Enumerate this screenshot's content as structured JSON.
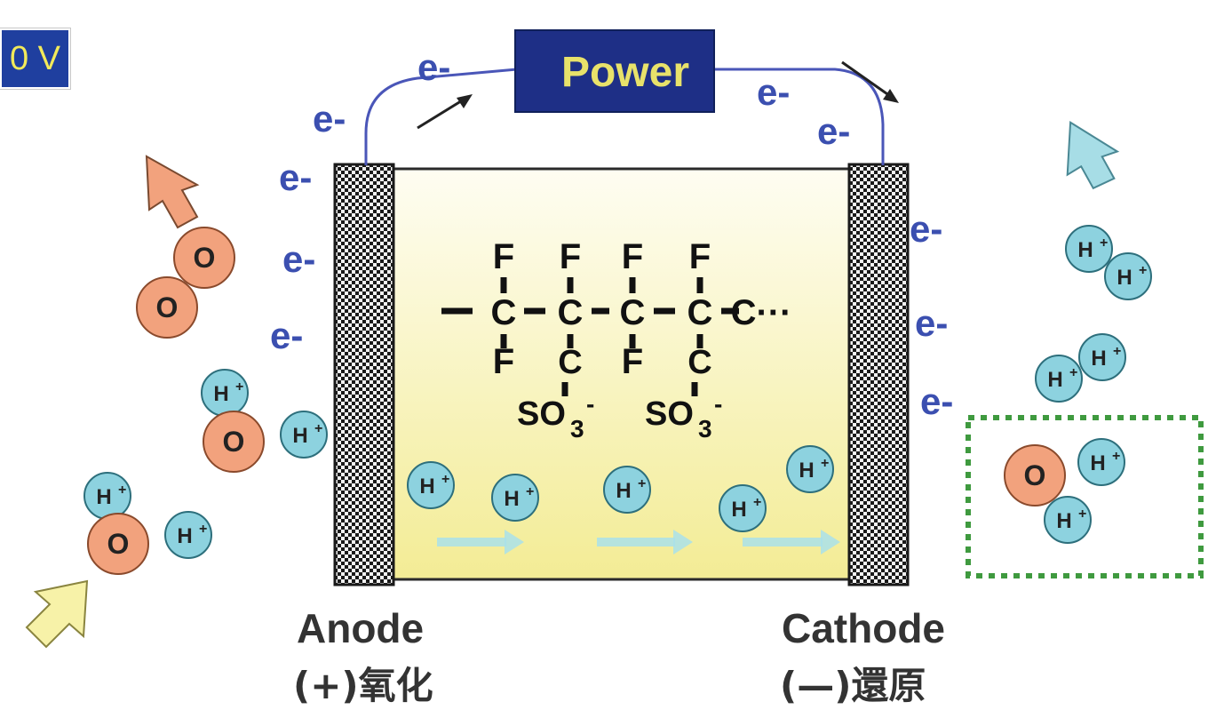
{
  "badge": {
    "voltage_text": "0 V"
  },
  "power": {
    "label": "Power"
  },
  "electron": {
    "label": "e-"
  },
  "polymer": {
    "fluorine": "F",
    "carbon": "C",
    "chain_tail": "C···",
    "sulfonate_prefix": "SO",
    "sulfonate_subscript": "3",
    "sulfonate_charge": "-"
  },
  "molecules": {
    "oxygen": "O",
    "hydrogen": "H",
    "hydrogen_charge": "+"
  },
  "anode": {
    "name": "Anode",
    "description": "(+)氧化"
  },
  "cathode": {
    "name": "Cathode",
    "description": "(—)還原"
  },
  "colors": {
    "electrode": "#2a2a2a",
    "membrane_top": "#fefdf2",
    "membrane_bottom": "#f3ec95",
    "wire": "#4a56b8",
    "electron_text": "#3b4fb0",
    "power_bg": "#1e2f86",
    "power_text": "#e8e26a",
    "oxygen_fill": "#f2a27d",
    "hydrogen_fill": "#8dd2df",
    "outflow_arrow": "#f2a27d",
    "inflow_arrow": "#f7f2a8",
    "h2_arrow": "#a7dde6",
    "dotted_box": "#3f9a3f",
    "flow_arrow": "#a9e0ea"
  }
}
